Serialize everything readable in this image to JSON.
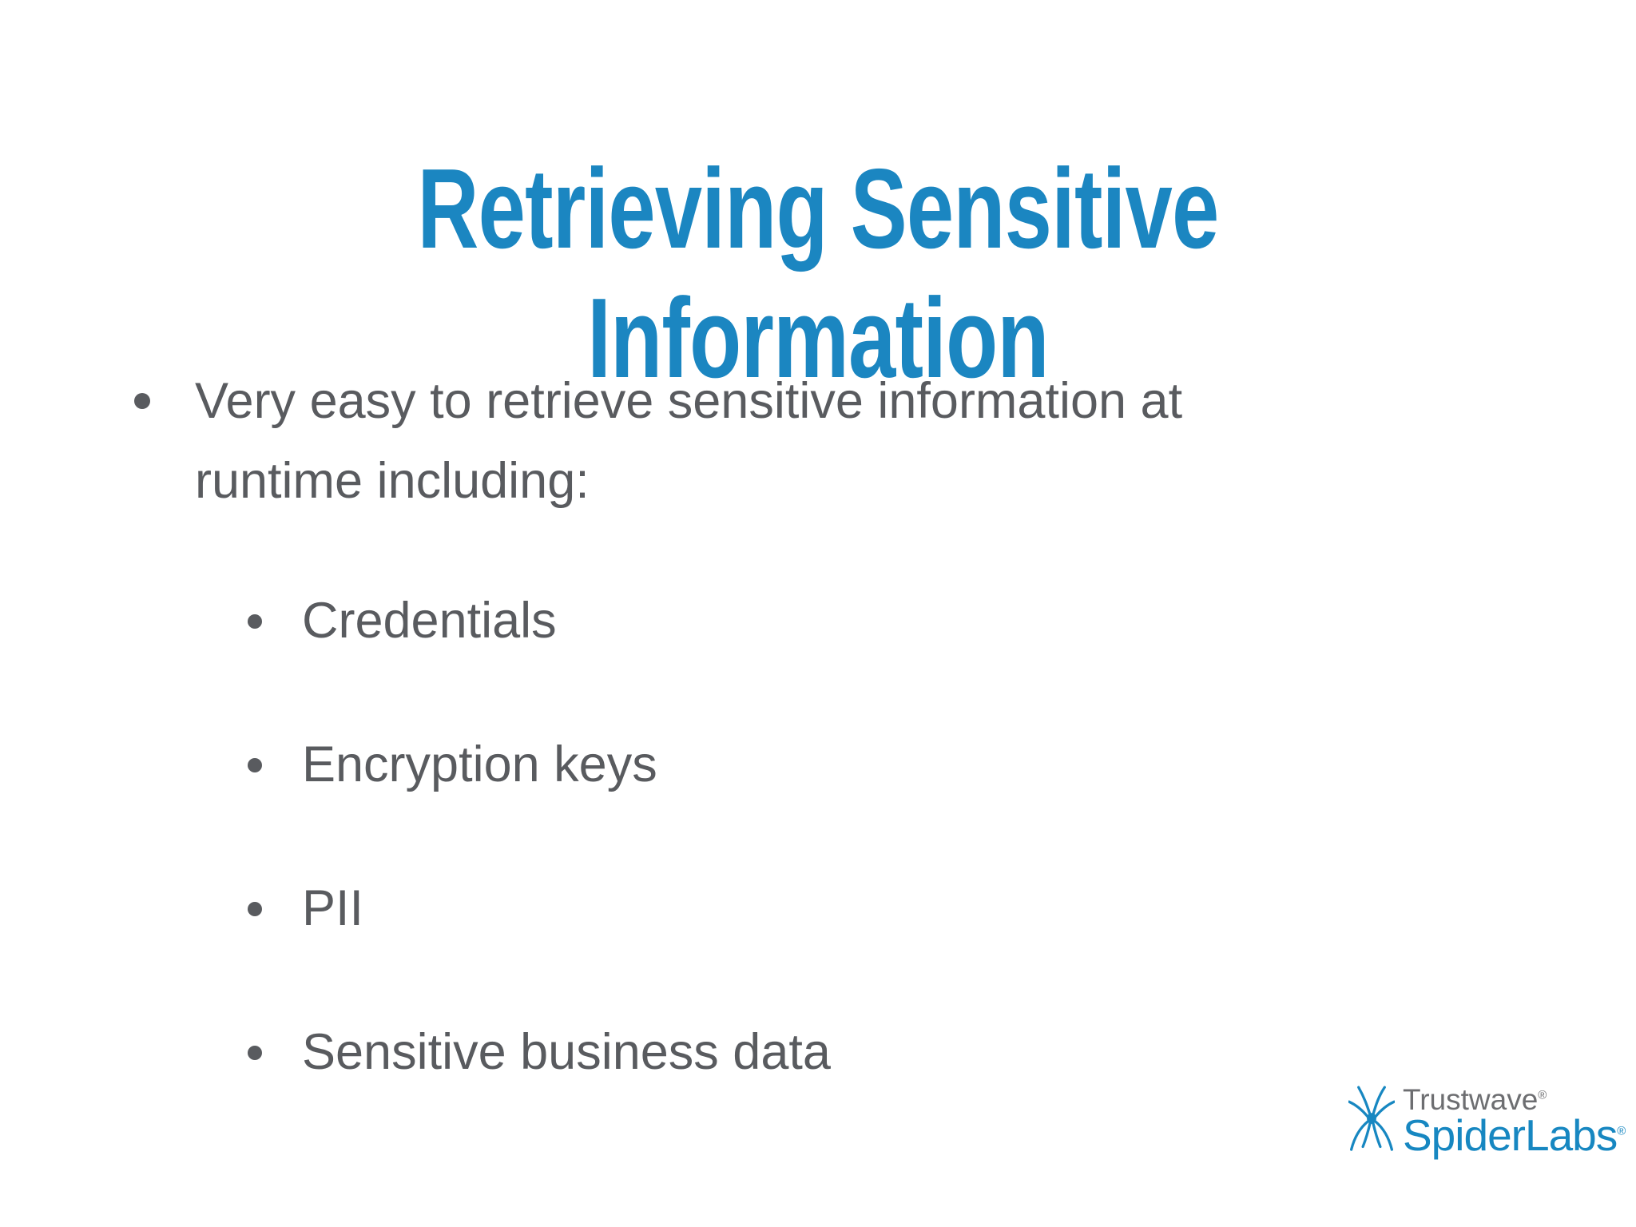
{
  "slide": {
    "title_lines": [
      "Retrieving Sensitive",
      "Information"
    ],
    "bullet": {
      "lines": [
        "Very easy to retrieve sensitive information at",
        "runtime including:"
      ]
    },
    "sub_bullets": [
      "Credentials",
      "Encryption keys",
      "PII",
      "Sensitive business data"
    ]
  },
  "logo": {
    "brand": "Trustwave",
    "product": "SpiderLabs",
    "registered_mark": "®"
  },
  "colors": {
    "title_blue": "#1B86C1",
    "body_gray": "#595B5F",
    "logo_gray": "#6D6E71",
    "logo_blue": "#1787C1"
  }
}
